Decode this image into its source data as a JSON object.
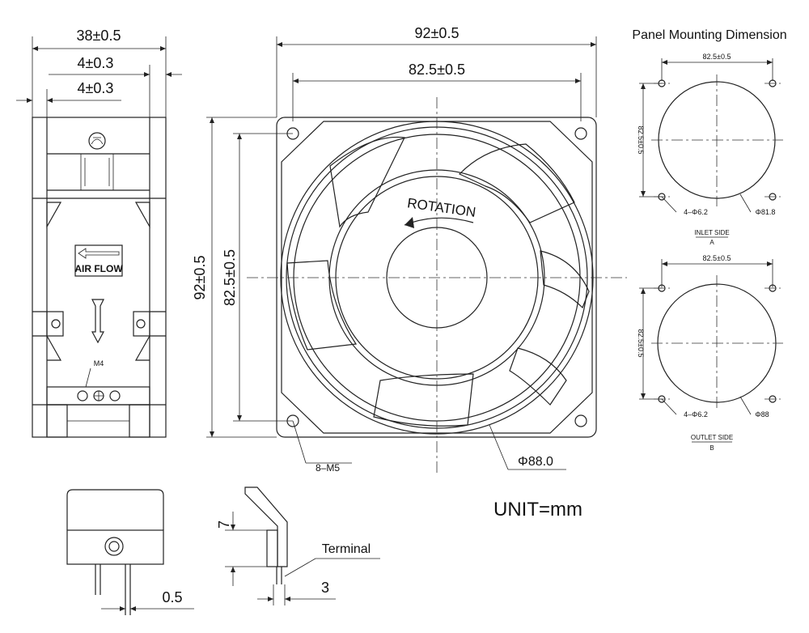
{
  "side_view": {
    "width_label": "38±0.5",
    "rim_label_1": "4±0.3",
    "rim_label_2": "4±0.3",
    "airflow_label": "AIR FLOW",
    "screw_label": "M4"
  },
  "front_view": {
    "width_label": "92±0.5",
    "hole_spacing_label": "82.5±0.5",
    "height_label": "92±0.5",
    "hole_spacing_v_label": "82.5±0.5",
    "rotation_label": "ROTATION",
    "screw_label": "8–M5",
    "diameter_label": "Φ88.0"
  },
  "panel": {
    "title": "Panel Mounting Dimension",
    "inlet": {
      "h_label": "82.5±0.5",
      "v_label": "82.5±0.5",
      "hole_label": "4–Φ6.2",
      "dia_label": "Φ81.8",
      "side_label": "INLET SIDE",
      "side_letter": "A"
    },
    "outlet": {
      "h_label": "82.5±0.5",
      "v_label": "82.5±0.5",
      "hole_label": "4–Φ6.2",
      "dia_label": "Φ88",
      "side_label": "OUTLET SIDE",
      "side_letter": "B"
    }
  },
  "terminal_detail": {
    "pin_label": "0.5",
    "height_label": "7",
    "terminal_label": "Terminal",
    "width_label": "3"
  },
  "unit_label": "UNIT=mm"
}
